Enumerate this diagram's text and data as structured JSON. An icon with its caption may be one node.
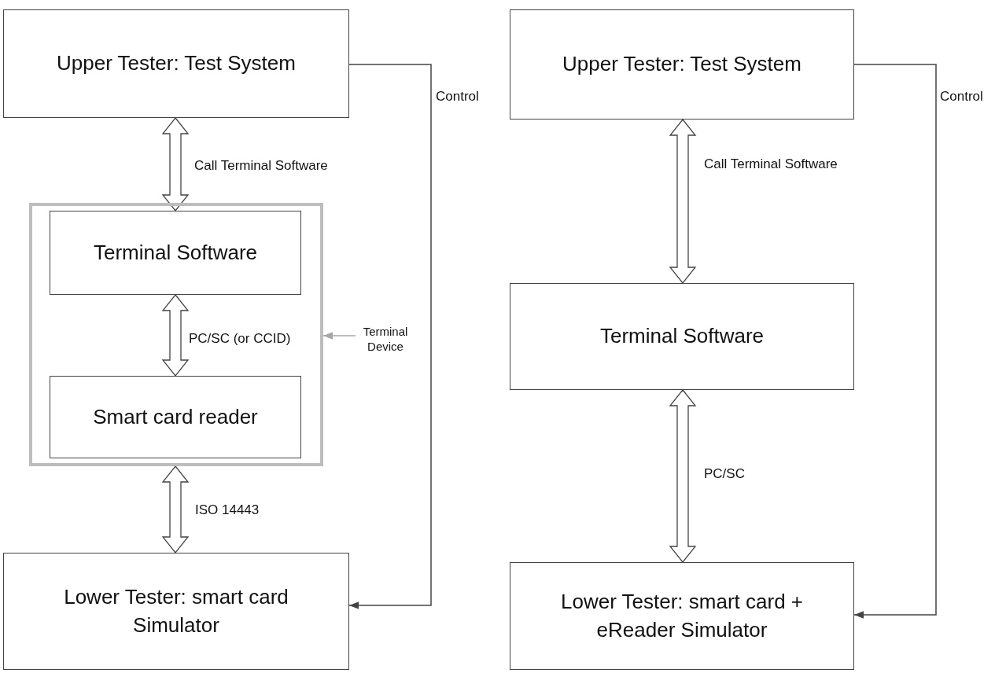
{
  "diagram": {
    "nodes": [
      {
        "text": [
          "Upper Tester: Test System"
        ]
      },
      {
        "text": [],
        "shape": "box"
      },
      {
        "text": [
          "Terminal Software"
        ],
        "in": 1
      },
      {
        "text": [
          "Smart card reader"
        ],
        "in": 1
      },
      {
        "text": [
          "Terminal Device"
        ]
      },
      {
        "text": [
          "Lower Tester: smart card Simulator"
        ]
      },
      {
        "text": [
          "Upper Tester: Test System"
        ]
      },
      {
        "text": [
          "Terminal Software"
        ]
      },
      {
        "text": [
          "Lower Tester: smart card + eReader Simulator"
        ]
      }
    ],
    "edges": [
      {
        "from": 0,
        "to": 2,
        "arrow": "both",
        "label": "Call Terminal Software",
        "style": "thick"
      },
      {
        "from": 2,
        "to": 3,
        "arrow": "both",
        "label": "PC/SC (or CCID)",
        "style": "thick"
      },
      {
        "from": 1,
        "to": 5,
        "arrow": "both",
        "label": "ISO 14443",
        "style": "thick"
      },
      {
        "from": 0,
        "to": 5,
        "arrow": "to",
        "label": "Control"
      },
      {
        "from": 4,
        "to": 1,
        "arrow": "to",
        "color": "#a6a6a6"
      },
      {
        "from": 6,
        "to": 7,
        "arrow": "both",
        "label": "Call Terminal Software",
        "style": "thick"
      },
      {
        "from": 7,
        "to": 8,
        "arrow": "both",
        "label": "PC/SC",
        "style": "thick"
      },
      {
        "from": 6,
        "to": 8,
        "arrow": "to",
        "label": "Control"
      }
    ]
  }
}
